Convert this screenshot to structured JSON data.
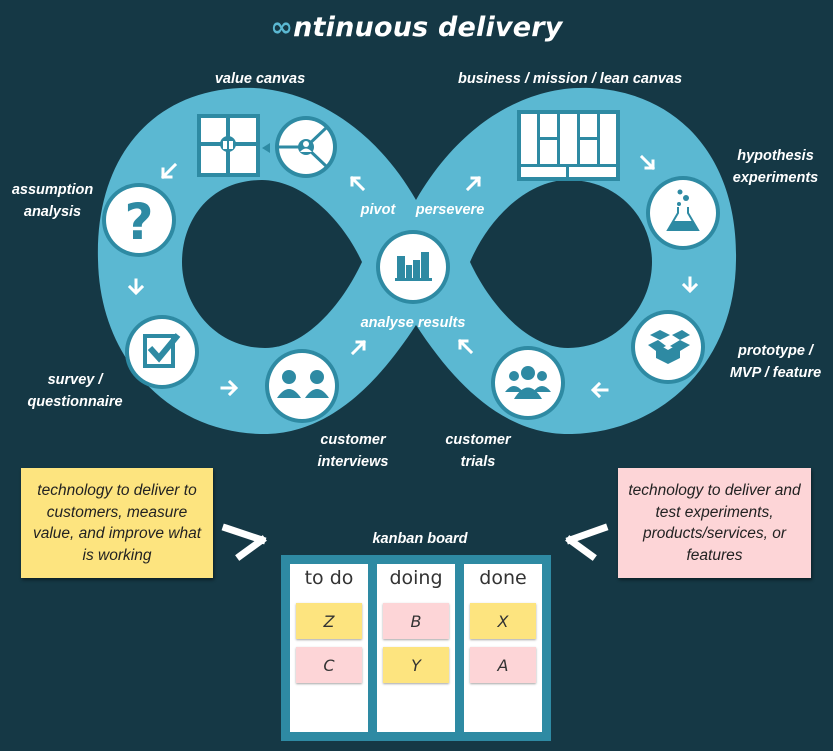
{
  "title": {
    "prefix_glyph": "∞",
    "text": "ntinuous delivery"
  },
  "colors": {
    "background": "#153845",
    "loop": "#5bb8d2",
    "icon_teal": "#2e8aa3",
    "note_yellow": "#fde47f",
    "note_pink": "#fdd5d7",
    "white": "#ffffff"
  },
  "loop": {
    "center_label": "analyse results",
    "pivot_label": "pivot",
    "persevere_label": "persevere",
    "stages": [
      {
        "id": "value-canvas",
        "label_lines": [
          "value canvas"
        ],
        "icon": "value-proposition-canvas-icon"
      },
      {
        "id": "business-canvas",
        "label_lines": [
          "business / mission / lean canvas"
        ],
        "icon": "lean-canvas-icon"
      },
      {
        "id": "hypothesis",
        "label_lines": [
          "hypothesis",
          "experiments"
        ],
        "icon": "flask-icon"
      },
      {
        "id": "prototype",
        "label_lines": [
          "prototype /",
          "MVP / feature"
        ],
        "icon": "box-icon"
      },
      {
        "id": "customer-trials",
        "label_lines": [
          "customer",
          "trials"
        ],
        "icon": "group-icon"
      },
      {
        "id": "customer-interviews",
        "label_lines": [
          "customer",
          "interviews"
        ],
        "icon": "two-people-icon"
      },
      {
        "id": "survey",
        "label_lines": [
          "survey /",
          "questionnaire"
        ],
        "icon": "checkbox-icon"
      },
      {
        "id": "assumption",
        "label_lines": [
          "assumption",
          "analysis"
        ],
        "icon": "question-icon"
      }
    ]
  },
  "notes": {
    "left": "technology to deliver to customers, measure value, and improve what is working",
    "right": "technology to deliver and test experiments, products/services, or features"
  },
  "kanban": {
    "title": "kanban board",
    "columns": [
      {
        "name": "to do",
        "cards": [
          {
            "text": "Z",
            "color": "yellow"
          },
          {
            "text": "C",
            "color": "pink"
          }
        ]
      },
      {
        "name": "doing",
        "cards": [
          {
            "text": "B",
            "color": "pink"
          },
          {
            "text": "Y",
            "color": "yellow"
          }
        ]
      },
      {
        "name": "done",
        "cards": [
          {
            "text": "X",
            "color": "yellow"
          },
          {
            "text": "A",
            "color": "pink"
          }
        ]
      }
    ]
  }
}
